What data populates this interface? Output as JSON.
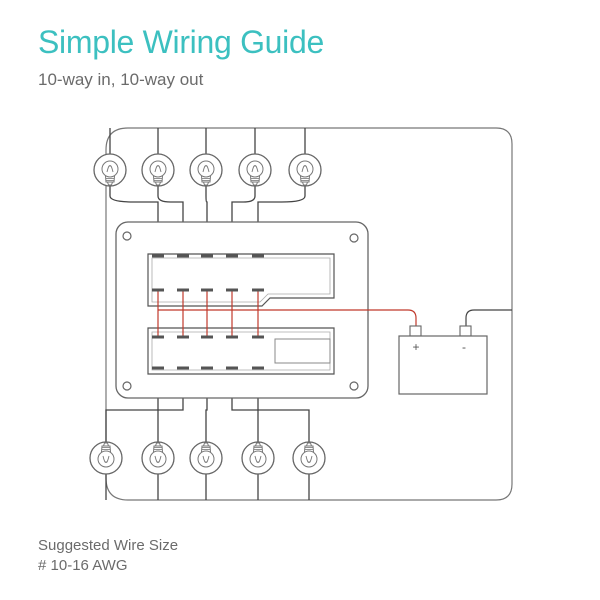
{
  "header": {
    "title": "Simple Wiring Guide",
    "subtitle": "10-way in, 10-way out"
  },
  "battery": {
    "positive_label": "+",
    "negative_label": "-"
  },
  "note": {
    "line1": "Suggested Wire Size",
    "line2": "# 10-16 AWG"
  },
  "colors": {
    "title": "#3cc0c0",
    "positive_wire": "#c0392b",
    "outline": "#555555",
    "ground_loop": "#777777"
  },
  "icons": {
    "bulb": "light-bulb-icon",
    "battery": "battery-icon",
    "fuse": "fuse-terminal-icon",
    "mount_hole": "mounting-hole-icon"
  }
}
